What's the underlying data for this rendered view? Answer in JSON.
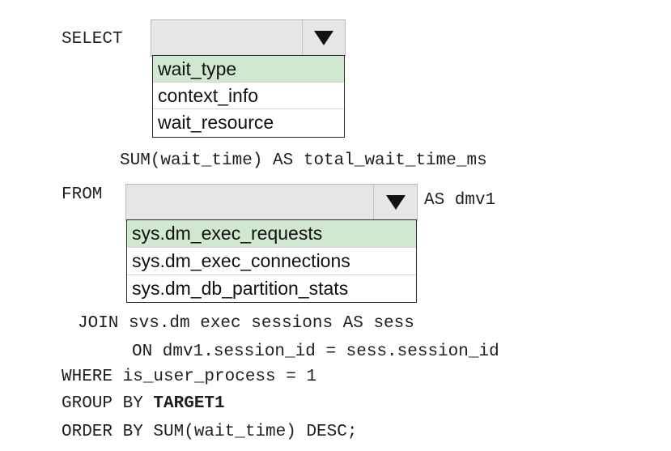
{
  "code_lines": {
    "select_kw": "SELECT",
    "sum_line": "SUM(wait_time) AS total_wait_time_ms",
    "from_kw": "FROM",
    "as_alias": "AS dmv1",
    "join_line": "JOIN svs.dm exec sessions AS sess",
    "on_line": "ON dmv1.session_id = sess.session_id",
    "where_line": "WHERE is_user_process = 1",
    "group_by_kw": "GROUP BY ",
    "group_by_target": "TARGET1",
    "order_by_line": "ORDER BY SUM(wait_time) DESC;"
  },
  "select_dropdown": {
    "current_value": "",
    "options": [
      "wait_type",
      "context_info",
      "wait_resource"
    ],
    "highlighted_option": "wait_type"
  },
  "from_dropdown": {
    "current_value": "",
    "options": [
      "sys.dm_exec_requests",
      "sys.dm_exec_connections",
      "sys.dm_db_partition_stats"
    ],
    "highlighted_option": "sys.dm_exec_requests"
  },
  "icons": {
    "dropdown_arrow": "triangle-down-icon"
  },
  "colors": {
    "highlight": "#cfe8cf",
    "dropdown_header": "#e6e6e6",
    "text": "#1f1f1f"
  }
}
